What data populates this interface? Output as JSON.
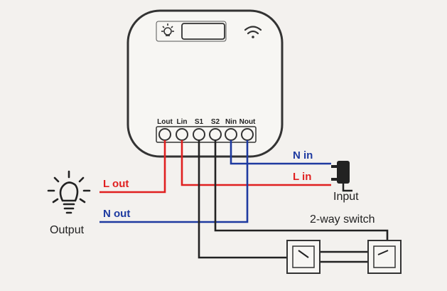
{
  "terminals": [
    "Lout",
    "Lin",
    "S1",
    "S2",
    "Nin",
    "Nout"
  ],
  "wire_labels": {
    "n_in": "N in",
    "l_in": "L in",
    "l_out": "L out",
    "n_out": "N out"
  },
  "devices": {
    "input": "Input",
    "output": "Output",
    "switch": "2-way switch"
  },
  "colors": {
    "live": "#e02020",
    "neutral": "#1e3aa0",
    "switch_wire": "#222222",
    "module_outline": "#333333"
  },
  "icons": {
    "bulb": "bulb-icon",
    "wifi": "wifi-icon",
    "plug": "plug-icon",
    "light": "light-icon"
  }
}
